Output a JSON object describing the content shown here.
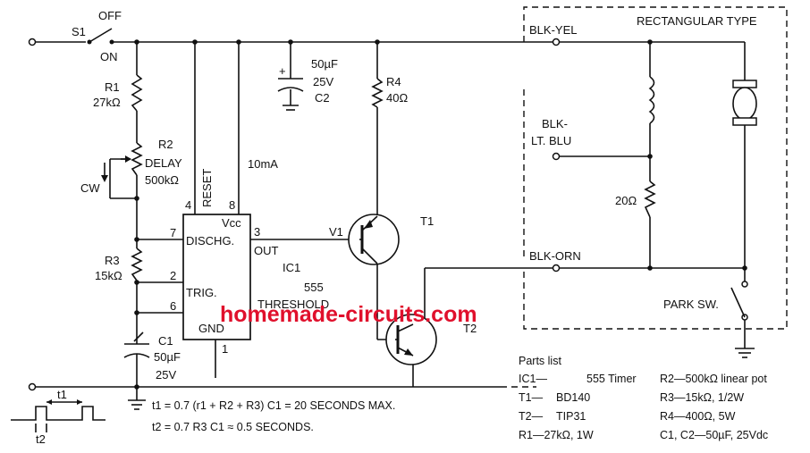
{
  "labels": {
    "s1": "S1",
    "off": "OFF",
    "on": "ON",
    "r1": "R1",
    "r1_value": "27kΩ",
    "r2": "R2",
    "delay": "DELAY",
    "r2_value": "500kΩ",
    "cw": "CW",
    "reset": "RESET",
    "current": "10mA",
    "c2_value": "50µF",
    "c2_volt": "25V",
    "c2": "C2",
    "r4": "R4",
    "r4_value": "40Ω",
    "pin4": "4",
    "pin8": "8",
    "vcc": "Vcc",
    "pin7": "7",
    "discharge": "DISCHG.",
    "pin3": "3",
    "out": "OUT",
    "v1": "V1",
    "t1": "T1",
    "r3": "R3",
    "r3_value": "15kΩ",
    "ic1": "IC1",
    "pin2": "2",
    "trig": "TRIG.",
    "threshold": "THRESHOLD",
    "chip": "555",
    "pin6": "6",
    "gnd": "GND",
    "pin1": "1",
    "c1": "C1",
    "c1_value": "50µF",
    "c1_volt": "25V",
    "t2": "T2",
    "wave_t1": "t1",
    "wave_t2": "t2",
    "blk_yel": "BLK-YEL",
    "blk": "BLK-",
    "lt_blu": "LT. BLU",
    "blk_orn": "BLK-ORN",
    "res20": "20Ω",
    "rect_type": "RECTANGULAR TYPE",
    "park_sw": "PARK SW."
  },
  "watermark": "homemade-circuits.com",
  "equations": {
    "eq1": "t1 = 0.7 (r1 + R2 + R3) C1 = 20 SECONDS MAX.",
    "eq2": "t2 = 0.7 R3 C1 ≈ 0.5 SECONDS."
  },
  "parts_list": {
    "title": "Parts list",
    "left": [
      {
        "name": "IC1—",
        "value": "555 Timer"
      },
      {
        "name": "T1—",
        "value": "BD140"
      },
      {
        "name": "T2—",
        "value": "TIP31"
      },
      {
        "name": "R1—27kΩ, 1W",
        "value": ""
      }
    ],
    "right": [
      "R2—500kΩ linear pot",
      "R3—15kΩ, 1/2W",
      "R4—400Ω, 5W",
      "C1, C2—50µF, 25Vdc"
    ]
  },
  "colors": {
    "ink": "#111111",
    "watermark": "#e0102c"
  }
}
